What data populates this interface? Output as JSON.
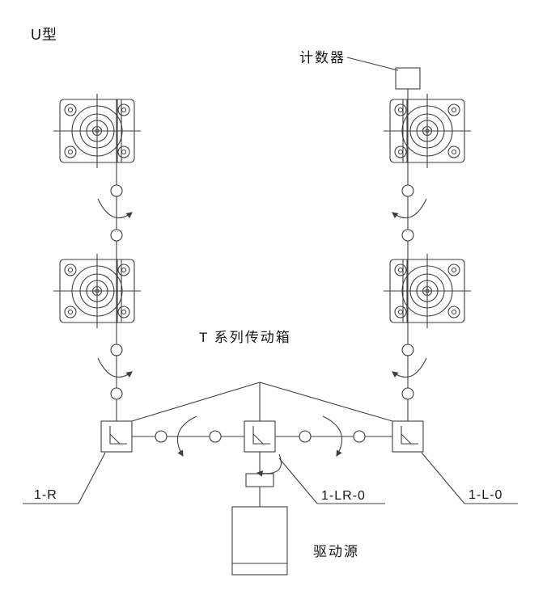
{
  "diagram": {
    "title": "U型",
    "labels": {
      "counter": "计数器",
      "gearbox_series": "T 系列传动箱",
      "left_unit": "1-R",
      "center_unit": "1-LR-0",
      "right_unit": "1-L-0",
      "drive_source": "驱动源"
    },
    "colors": {
      "line": "#3f3f3f",
      "background": "#ffffff",
      "text": "#161616"
    }
  }
}
